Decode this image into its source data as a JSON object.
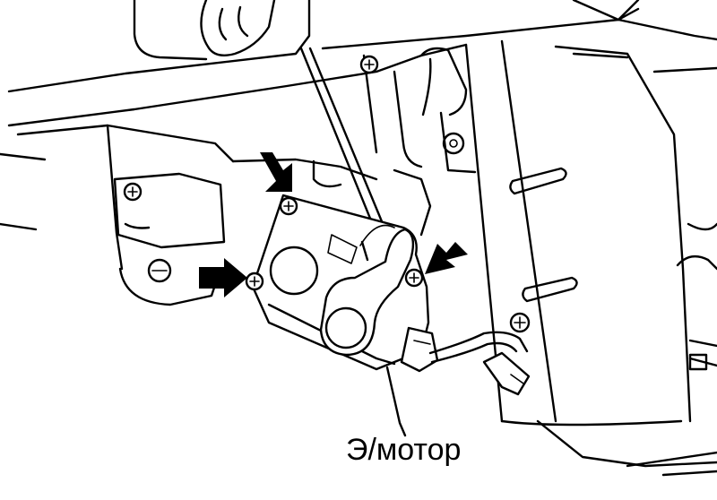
{
  "diagram": {
    "callout": {
      "label": "Э/мотор"
    },
    "colors": {
      "line": "#000000",
      "background": "#ffffff"
    },
    "markers": {
      "arrows": 3,
      "screws_indicated": 3
    }
  }
}
